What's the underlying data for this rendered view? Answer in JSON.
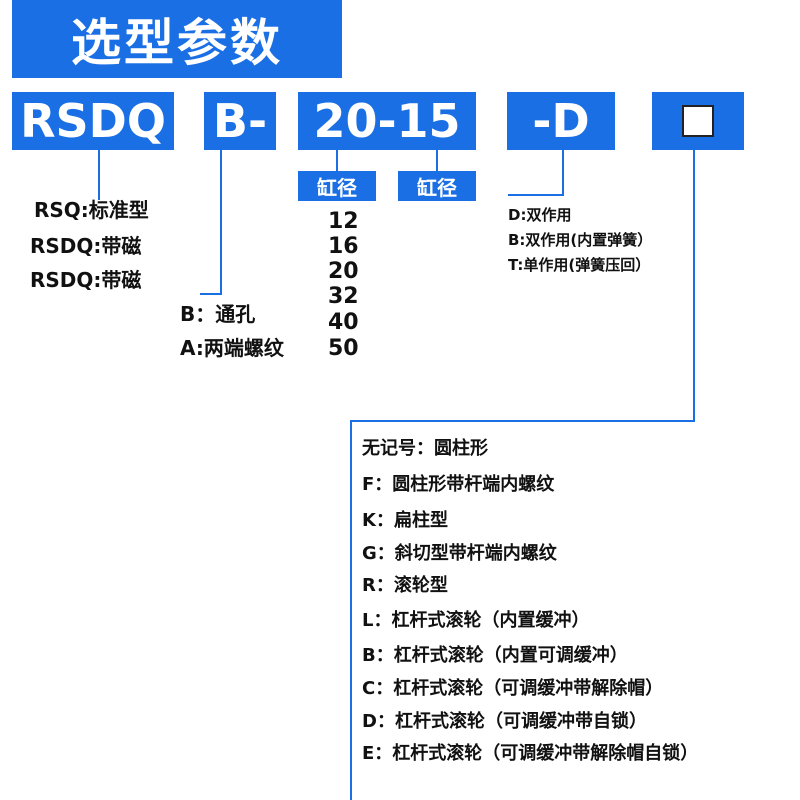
{
  "title": "选型参数",
  "codes": {
    "series": "RSDQ",
    "bore_type": "B-",
    "size": "20-15",
    "action": "-D"
  },
  "dim_labels": [
    "缸径",
    "缸径"
  ],
  "series_options": [
    "RSQ:标准型",
    "RSDQ:带磁",
    "RSDQ:带磁"
  ],
  "bore_options": [
    "B：通孔",
    "A:两端螺纹"
  ],
  "sizes": [
    "12",
    "16",
    "20",
    "32",
    "40",
    "50"
  ],
  "action_options": [
    "D:双作用",
    "B:双作用(内置弹簧）",
    "T:单作用(弹簧压回）"
  ],
  "head_options": [
    "无记号：圆柱形",
    "F：圆柱形带杆端内螺纹",
    "K：扁柱型",
    "G：斜切型带杆端内螺纹",
    "R：滚轮型",
    "L：杠杆式滚轮（内置缓冲）",
    "B：杠杆式滚轮（内置可调缓冲）",
    "C：杠杆式滚轮（可调缓冲带解除帽）",
    "D：杠杆式滚轮（可调缓冲带自锁）",
    "E：杠杆式滚轮（可调缓冲带解除帽自锁）"
  ],
  "accent_color": "#1a6fe4"
}
